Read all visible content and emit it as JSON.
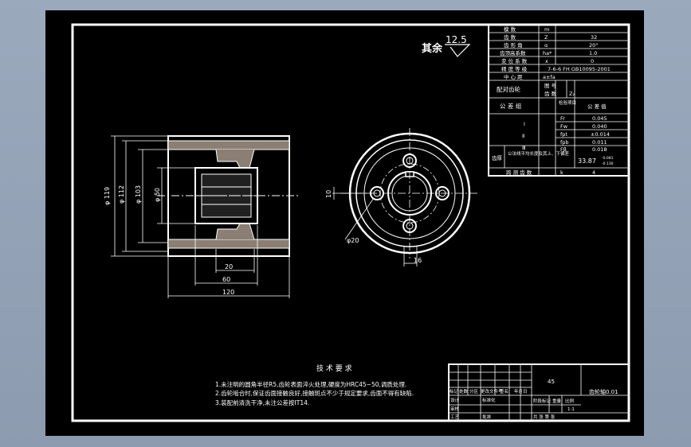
{
  "rough": {
    "label": "其余",
    "value": "12.5"
  },
  "dims": {
    "d119": "φ 119",
    "d112": "φ 112",
    "d103": "φ 103",
    "d50": "φ 50",
    "w20": "20",
    "w60": "60",
    "w120": "120",
    "h10": "10",
    "d20": "φ20",
    "w16": "16"
  },
  "tech": {
    "title": "技 术 要 求",
    "line1": "1.未注明的圆角半径R5,齿轮表面淬火处理,硬度为HRC45~50,调质处理.",
    "line2": "2.齿轮啮合时,保证齿面接触良好,接触斑点不少于规定要求,齿面不得有缺陷.",
    "line3": "3.装配前清洗干净,未注公差按IT14."
  },
  "params": {
    "r1": [
      "模 数",
      "m",
      ""
    ],
    "r2": [
      "齿 数",
      "Z",
      "32"
    ],
    "r3": [
      "齿 形 角",
      "α",
      "20°"
    ],
    "r4": [
      "齿顶高系数",
      "ha*",
      "1.0"
    ],
    "r5": [
      "变 位 系 数",
      "x",
      "0"
    ],
    "r6": [
      "精 度 等 级",
      "7-6-6 FH GB10095-2001",
      ""
    ],
    "r7": [
      "中 心 距",
      "a±fa",
      ""
    ],
    "r8a": "配对齿轮",
    "r8b": "图 号",
    "r8c": "齿 数",
    "r8d": "Z₂",
    "r9a": "公 差 组",
    "r9b": "检验项目",
    "r9c": "公 差 值",
    "r10": [
      "Ⅰ",
      "Fr",
      "0.045"
    ],
    "r11": [
      "",
      "Fw",
      "0.040"
    ],
    "r12": [
      "Ⅱ",
      "fpt",
      "±0.014"
    ],
    "r13": [
      "",
      "fpb",
      "0.011"
    ],
    "r14": [
      "Ⅲ",
      "Fβ",
      "0.018"
    ],
    "r15a": "齿厚",
    "r15b": "公法线平均长度及其上、下偏差",
    "r15c": "33.87",
    "r15d": "-0.081",
    "r15e": "-0.130",
    "r16": [
      "跨 测 齿 数",
      "k",
      "4"
    ]
  },
  "titleblock": {
    "num": "45",
    "name": "齿轮轴0.01",
    "scale": "1:1",
    "h1": "标记",
    "h2": "处数",
    "h3": "分区",
    "h4": "更改文件号",
    "h5": "签名",
    "h6": "年月日",
    "h7": "阶段标记",
    "h8": "重量",
    "h9": "比例",
    "r1": "设计",
    "r1b": "标准化",
    "r2": "审核",
    "r3": "工艺",
    "r3b": "批准",
    "sheets": "共   张   第   张"
  }
}
